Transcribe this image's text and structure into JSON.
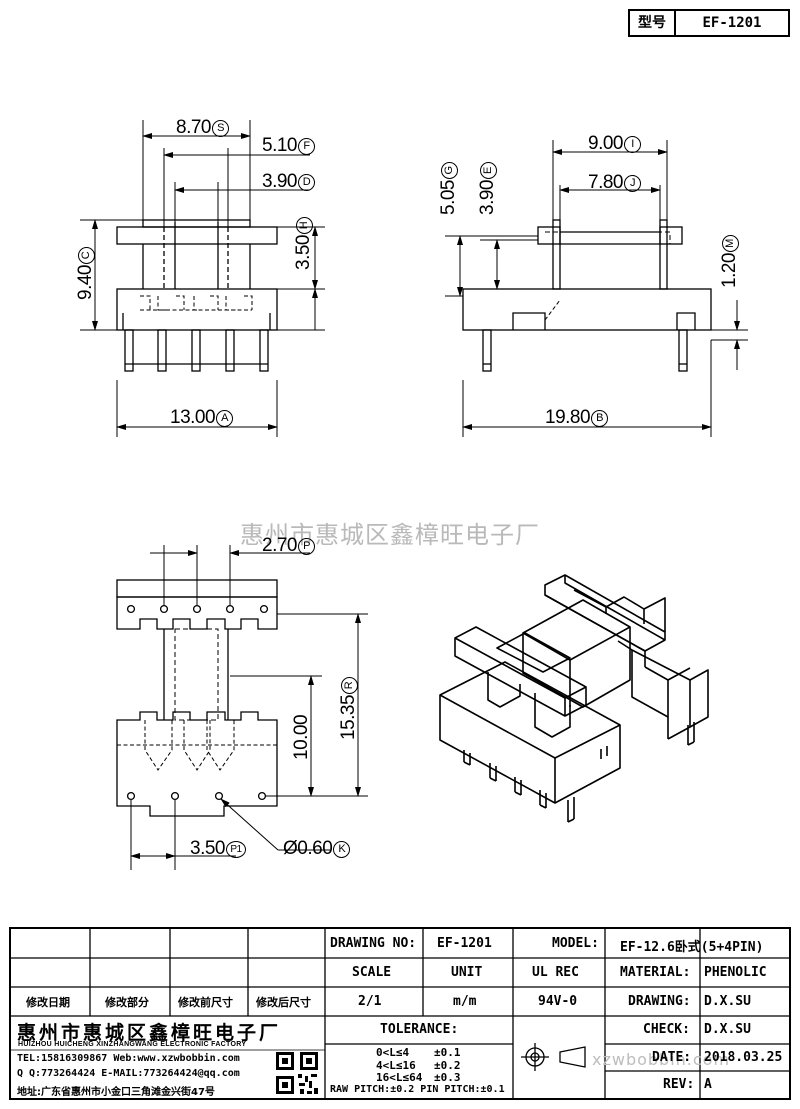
{
  "header": {
    "label_model": "型号",
    "model": "EF-1201"
  },
  "watermark": "惠州市惠城区鑫樟旺电子厂",
  "watermark2": "xzwbobbin.com",
  "dimensions": {
    "A": {
      "value": "13.00",
      "ref": "A"
    },
    "B": {
      "value": "19.80",
      "ref": "B"
    },
    "C": {
      "value": "9.40",
      "ref": "C"
    },
    "D": {
      "value": "3.90",
      "ref": "D"
    },
    "E": {
      "value": "3.90",
      "ref": "E"
    },
    "F": {
      "value": "5.10",
      "ref": "F"
    },
    "G": {
      "value": "5.05",
      "ref": "G"
    },
    "H": {
      "value": "3.50",
      "ref": "H"
    },
    "I": {
      "value": "9.00",
      "ref": "I"
    },
    "J": {
      "value": "7.80",
      "ref": "J"
    },
    "K": {
      "value": "Ø0.60",
      "ref": "K"
    },
    "M": {
      "value": "1.20",
      "ref": "M"
    },
    "P": {
      "value": "2.70",
      "ref": "P"
    },
    "P1": {
      "value": "3.50",
      "ref": "P1"
    },
    "R": {
      "value": "15.35",
      "ref": "R"
    },
    "S": {
      "value": "8.70",
      "ref": "S"
    },
    "T": {
      "value": "10.00"
    }
  },
  "title_block": {
    "revision_headers": [
      "修改日期",
      "修改部分",
      "修改前尺寸",
      "修改后尺寸"
    ],
    "drawing_no_label": "DRAWING NO:",
    "drawing_no": "EF-1201",
    "model_label": "MODEL:",
    "model": "EF-12.6卧式(5+4PIN)",
    "scale_label": "SCALE",
    "unit_label": "UNIT",
    "ul_label": "UL REC",
    "material_label": "MATERIAL:",
    "material": "PHENOLIC",
    "scale": "2/1",
    "unit": "m/m",
    "ul": "94V-0",
    "drawing_label": "DRAWING:",
    "drawing_by": "D.X.SU",
    "tolerance_label": "TOLERANCE:",
    "check_label": "CHECK:",
    "check_by": "D.X.SU",
    "tol1_range": "0<L≤4",
    "tol1": "±0.1",
    "tol2_range": "4<L≤16",
    "tol2": "±0.2",
    "tol3_range": "16<L≤64",
    "tol3": "±0.3",
    "pitch": "RAW PITCH:±0.2 PIN PITCH:±0.1",
    "date_label": "DATE:",
    "date": "2018.03.25",
    "rev_label": "REV:",
    "rev": "A",
    "company": "惠州市惠城区鑫樟旺电子厂",
    "company_en": "HUIZHOU HUICHENG XINZHANGWANG ELECTRONIC FACTORY",
    "tel": "TEL:15816309867 Web:www.xzwbobbin.com",
    "qq": "Q Q:773264424 E-MAIL:773264424@qq.com",
    "address": "地址:广东省惠州市小金口三角滩金兴街47号"
  }
}
